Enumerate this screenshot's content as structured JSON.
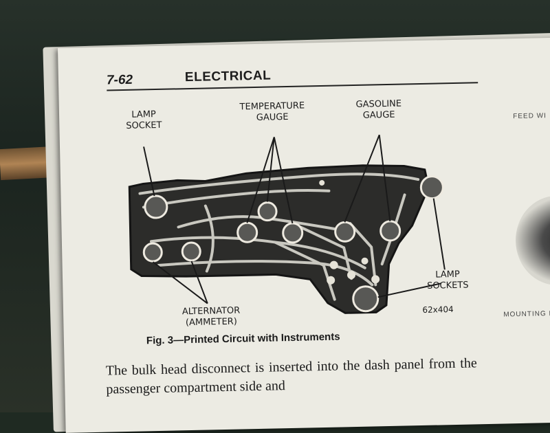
{
  "header": {
    "page_number": "7-62",
    "section_title": "ELECTRICAL"
  },
  "figure": {
    "labels": {
      "lamp_socket": "LAMP\nSOCKET",
      "temperature_gauge": "TEMPERATURE\nGAUGE",
      "gasoline_gauge": "GASOLINE\nGAUGE",
      "lamp_sockets": "LAMP\nSOCKETS",
      "alternator": "ALTERNATOR\n(AMMETER)",
      "figure_code": "62x404"
    },
    "caption": "Fig. 3—Printed Circuit with Instruments"
  },
  "body": {
    "paragraph": "The bulk head disconnect is inserted into the dash panel from the passenger compartment side and"
  },
  "adjacent_page": {
    "feed_wire": "FEED WI",
    "mounting": "MOUNTING I"
  }
}
